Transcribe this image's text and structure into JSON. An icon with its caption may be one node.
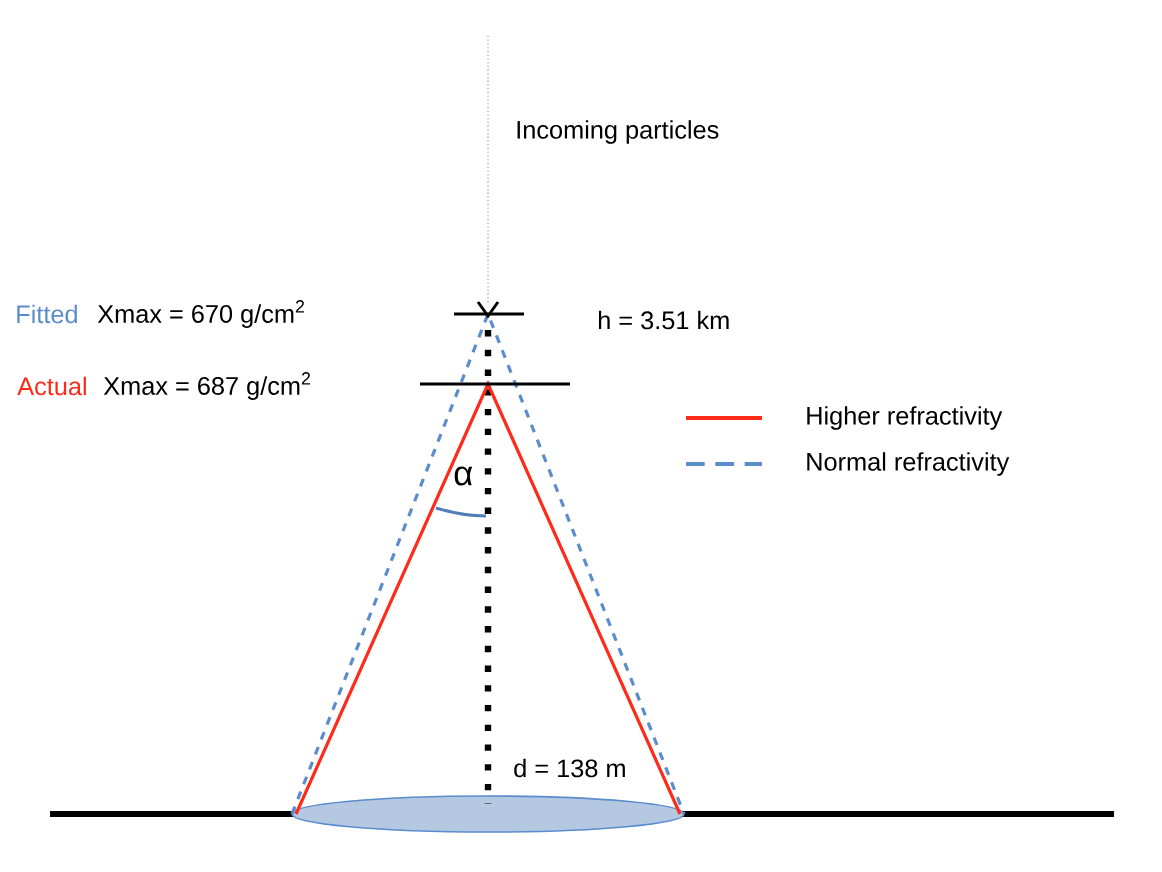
{
  "diagram": {
    "labels": [
      "Incoming particles",
      "Fitted",
      "Xmax = 670 g/cm$^{2}$",
      "h = 3.51 km",
      "Actual",
      "Xmax = 687 g/cm$^{2}$",
      "α",
      "d = 138 m"
    ],
    "legend": [
      {
        "text": "Higher refractivity"
      },
      {
        "text": "Normal refractivity"
      }
    ]
  }
}
